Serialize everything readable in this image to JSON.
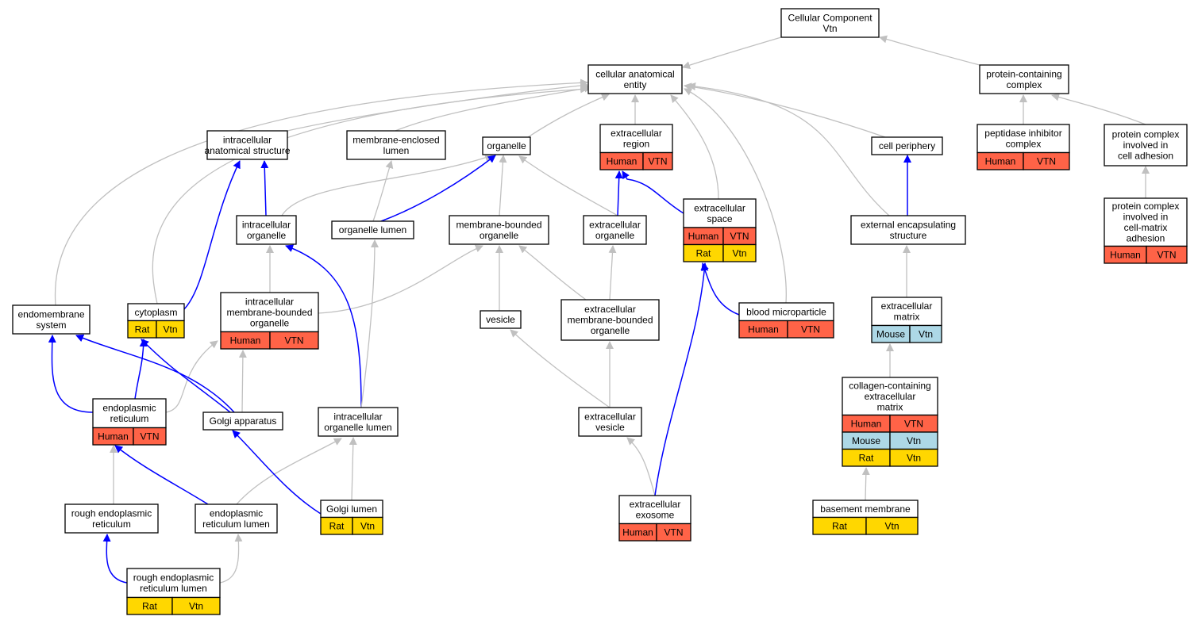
{
  "colors": {
    "human": "#ff6347",
    "mouse": "#add8e6",
    "rat": "#ffd700",
    "edge_is_a": "#c0c0c0",
    "edge_part_of": "#0000ff"
  },
  "nodes": {
    "cc": {
      "lines": [
        "Cellular Component",
        "Vtn"
      ],
      "rows": []
    },
    "cae": {
      "lines": [
        "cellular anatomical",
        "entity"
      ],
      "rows": []
    },
    "pcc": {
      "lines": [
        "protein-containing",
        "complex"
      ],
      "rows": []
    },
    "ias": {
      "lines": [
        "intracellular",
        "anatomical structure"
      ],
      "rows": []
    },
    "mel": {
      "lines": [
        "membrane-enclosed",
        "lumen"
      ],
      "rows": []
    },
    "org": {
      "lines": [
        "organelle"
      ],
      "rows": []
    },
    "exr": {
      "lines": [
        "extracellular",
        "region"
      ],
      "rows": [
        [
          "Human",
          "VTN"
        ]
      ]
    },
    "cp": {
      "lines": [
        "cell periphery"
      ],
      "rows": []
    },
    "pic": {
      "lines": [
        "peptidase inhibitor",
        "complex"
      ],
      "rows": [
        [
          "Human",
          "VTN"
        ]
      ]
    },
    "pcca": {
      "lines": [
        "protein complex",
        "involved in",
        "cell adhesion"
      ],
      "rows": []
    },
    "io": {
      "lines": [
        "intracellular",
        "organelle"
      ],
      "rows": []
    },
    "ol": {
      "lines": [
        "organelle lumen"
      ],
      "rows": []
    },
    "mbo": {
      "lines": [
        "membrane-bounded",
        "organelle"
      ],
      "rows": []
    },
    "exo": {
      "lines": [
        "extracellular",
        "organelle"
      ],
      "rows": []
    },
    "exs": {
      "lines": [
        "extracellular",
        "space"
      ],
      "rows": [
        [
          "Human",
          "VTN"
        ],
        [
          "Rat",
          "Vtn"
        ]
      ]
    },
    "ees": {
      "lines": [
        "external encapsulating",
        "structure"
      ],
      "rows": []
    },
    "pccma": {
      "lines": [
        "protein complex",
        "involved in",
        "cell-matrix",
        "adhesion"
      ],
      "rows": [
        [
          "Human",
          "VTN"
        ]
      ]
    },
    "ems": {
      "lines": [
        "endomembrane",
        "system"
      ],
      "rows": []
    },
    "cyt": {
      "lines": [
        "cytoplasm"
      ],
      "rows": [
        [
          "Rat",
          "Vtn"
        ]
      ]
    },
    "imbo": {
      "lines": [
        "intracellular",
        "membrane-bounded",
        "organelle"
      ],
      "rows": [
        [
          "Human",
          "VTN"
        ]
      ]
    },
    "ves": {
      "lines": [
        "vesicle"
      ],
      "rows": []
    },
    "embo": {
      "lines": [
        "extracellular",
        "membrane-bounded",
        "organelle"
      ],
      "rows": []
    },
    "bmp": {
      "lines": [
        "blood microparticle"
      ],
      "rows": [
        [
          "Human",
          "VTN"
        ]
      ]
    },
    "ecm": {
      "lines": [
        "extracellular",
        "matrix"
      ],
      "rows": [
        [
          "Mouse",
          "Vtn"
        ]
      ]
    },
    "er": {
      "lines": [
        "endoplasmic",
        "reticulum"
      ],
      "rows": [
        [
          "Human",
          "VTN"
        ]
      ]
    },
    "ga": {
      "lines": [
        "Golgi apparatus"
      ],
      "rows": []
    },
    "iol": {
      "lines": [
        "intracellular",
        "organelle lumen"
      ],
      "rows": []
    },
    "exv": {
      "lines": [
        "extracellular",
        "vesicle"
      ],
      "rows": []
    },
    "cecm": {
      "lines": [
        "collagen-containing",
        "extracellular",
        "matrix"
      ],
      "rows": [
        [
          "Human",
          "VTN"
        ],
        [
          "Mouse",
          "Vtn"
        ],
        [
          "Rat",
          "Vtn"
        ]
      ]
    },
    "rer": {
      "lines": [
        "rough endoplasmic",
        "reticulum"
      ],
      "rows": []
    },
    "erl": {
      "lines": [
        "endoplasmic",
        "reticulum lumen"
      ],
      "rows": []
    },
    "gl": {
      "lines": [
        "Golgi lumen"
      ],
      "rows": [
        [
          "Rat",
          "Vtn"
        ]
      ]
    },
    "exsome": {
      "lines": [
        "extracellular",
        "exosome"
      ],
      "rows": [
        [
          "Human",
          "VTN"
        ]
      ]
    },
    "bm": {
      "lines": [
        "basement membrane"
      ],
      "rows": [
        [
          "Rat",
          "Vtn"
        ]
      ]
    },
    "rerl": {
      "lines": [
        "rough endoplasmic",
        "reticulum lumen"
      ],
      "rows": [
        [
          "Rat",
          "Vtn"
        ]
      ]
    }
  }
}
